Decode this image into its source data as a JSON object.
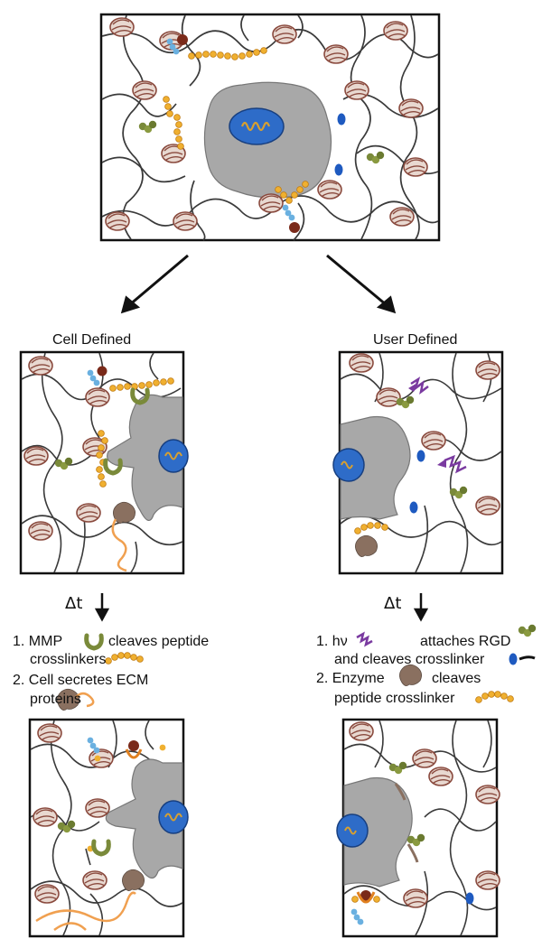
{
  "labels": {
    "cell_defined": "Cell Defined",
    "user_defined": "User Defined",
    "delta_t_left": "Δt",
    "delta_t_right": "Δt"
  },
  "cell_steps": {
    "s1a": "1. MMP",
    "s1b": "cleaves peptide",
    "s1c": "crosslinkers",
    "s2a": "2. Cell secretes ECM",
    "s2b": "proteins"
  },
  "user_steps": {
    "s1a": "1. hν",
    "s1b": "attaches RGD",
    "s1c": "and cleaves crosslinker",
    "s2a": "2. Enzyme",
    "s2b": "cleaves",
    "s2c": "peptide crosslinker"
  },
  "colors": {
    "fiber": "#3a3a3a",
    "knot": "#8a4a3e",
    "cell": "#a8a8a8",
    "nucleus": "#2e6cc8",
    "dna": "#d8a030",
    "peptide": "#f0b030",
    "rgd": "#7a8a3a",
    "ligand_blue": "#6ab0e0",
    "ligand_brown": "#7a2a1a",
    "light": "#7a3aa0",
    "enzyme": "#8a7060",
    "ecm": "#f0a050"
  }
}
